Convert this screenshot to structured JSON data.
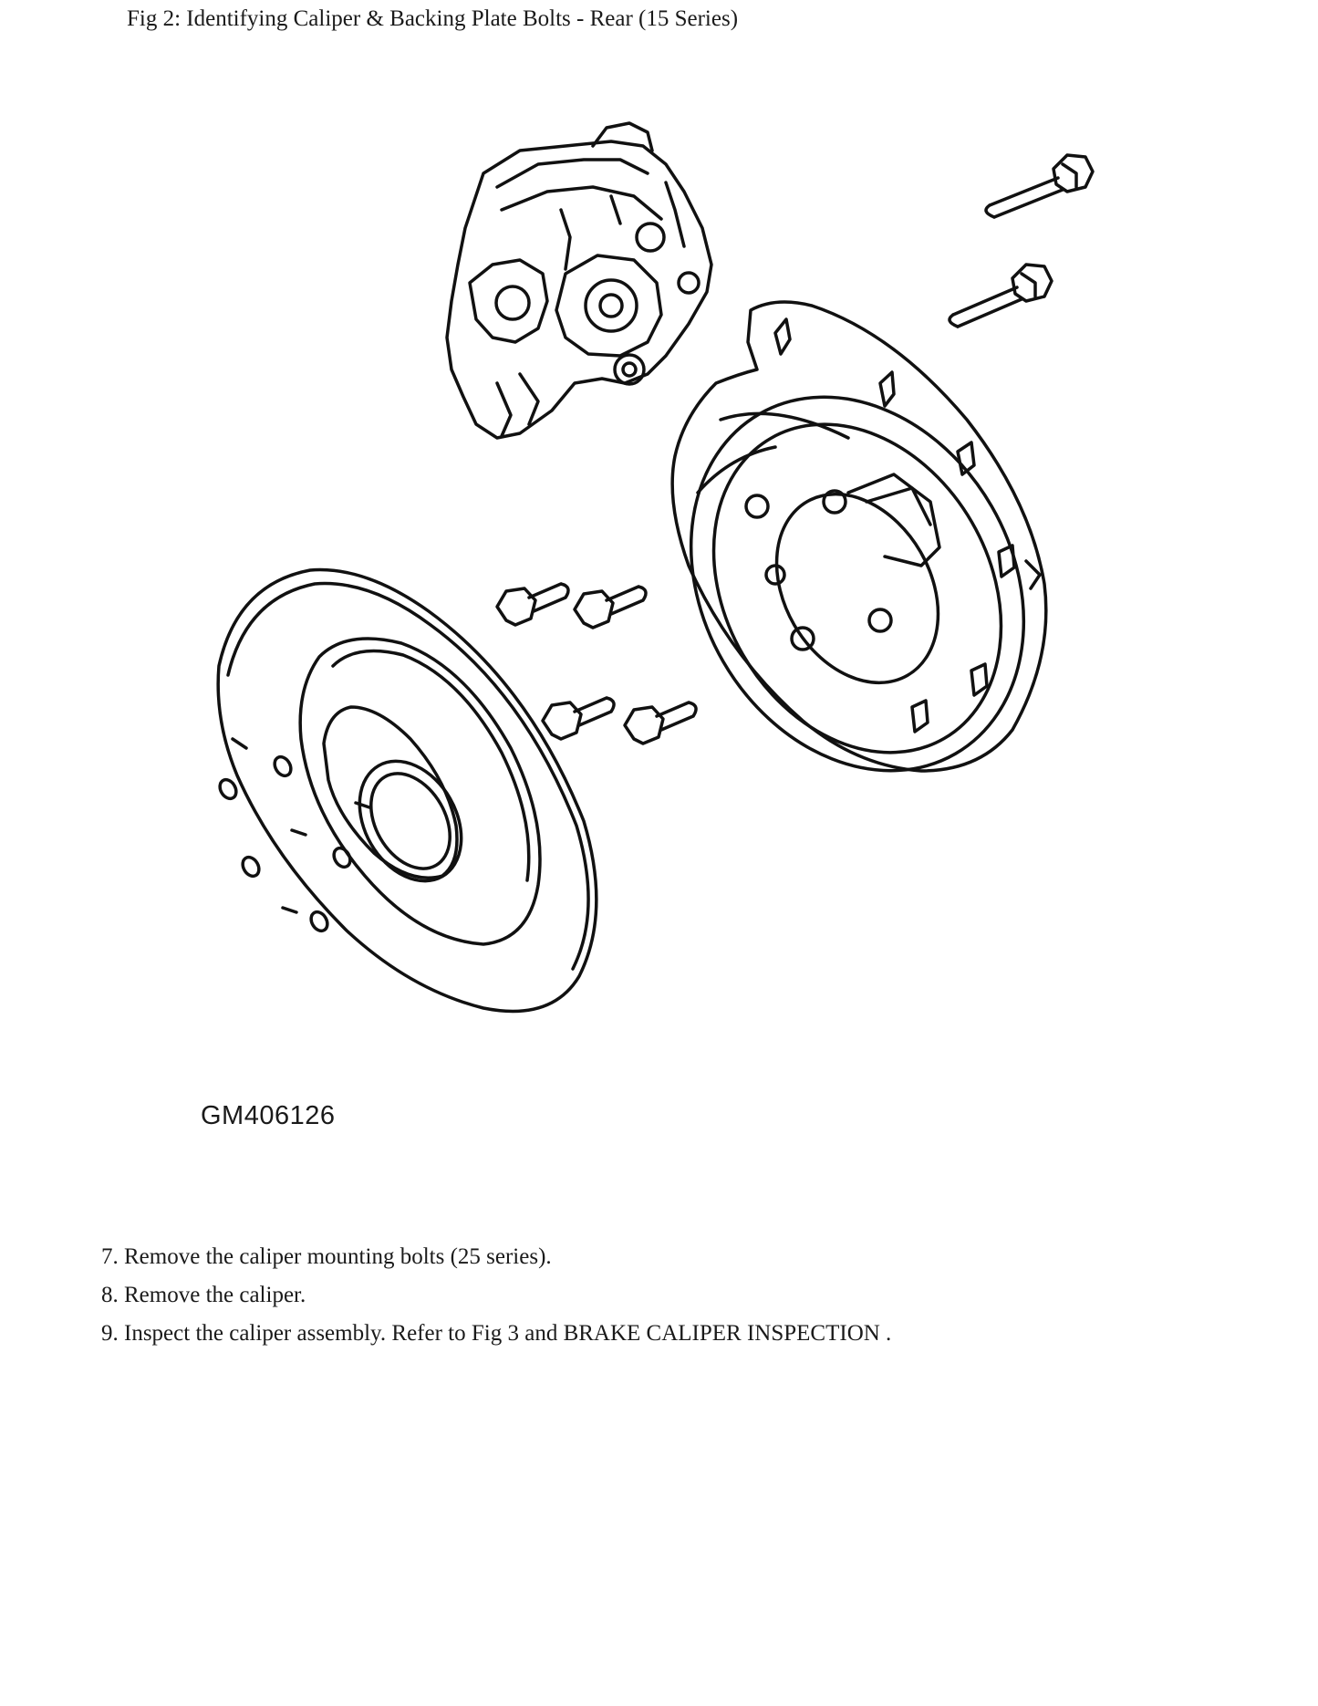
{
  "figure": {
    "title": "Fig 2: Identifying Caliper & Backing Plate Bolts - Rear (15 Series)",
    "code": "GM406126"
  },
  "steps": [
    {
      "number": "7.",
      "text": "Remove the caliper mounting bolts (25 series)."
    },
    {
      "number": "8.",
      "text": "Remove the caliper."
    },
    {
      "number": "9.",
      "text": "Inspect the caliper assembly. Refer to Fig 3 and BRAKE CALIPER INSPECTION ."
    }
  ],
  "colors": {
    "line_art": "#111111",
    "text": "#1a1a1a",
    "background": "#ffffff"
  },
  "illustration": {
    "parts": [
      "brake-caliper",
      "backing-plate",
      "brake-rotor",
      "backing-plate-bolts",
      "caliper-mounting-bolts"
    ]
  }
}
